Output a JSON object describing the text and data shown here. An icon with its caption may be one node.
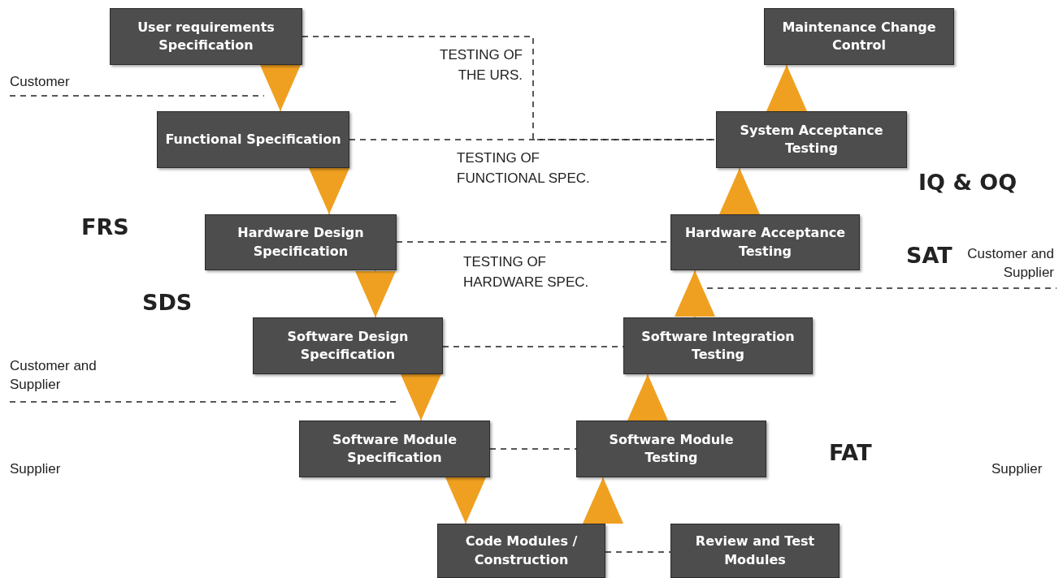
{
  "diagram": {
    "nodes": [
      {
        "text": [
          "User requirements Specification"
        ]
      },
      {
        "text": [
          "Functional Specification"
        ]
      },
      {
        "text": [
          "Hardware Design Specification"
        ]
      },
      {
        "text": [
          "Software Design Specification"
        ]
      },
      {
        "text": [
          "Software Module Specification"
        ]
      },
      {
        "text": [
          "Code Modules / Construction"
        ]
      },
      {
        "text": [
          "Review and Test Modules"
        ]
      },
      {
        "text": [
          "Software Module Testing"
        ]
      },
      {
        "text": [
          "Software Integration Testing"
        ]
      },
      {
        "text": [
          "Hardware Acceptance Testing"
        ]
      },
      {
        "text": [
          "System Acceptance Testing"
        ]
      },
      {
        "text": [
          "Maintenance Change Control"
        ]
      }
    ],
    "edges": [
      {
        "from": 0,
        "to": 1,
        "arrow": "to"
      },
      {
        "from": 1,
        "to": 2,
        "arrow": "to"
      },
      {
        "from": 2,
        "to": 3,
        "arrow": "to"
      },
      {
        "from": 3,
        "to": 4,
        "arrow": "to"
      },
      {
        "from": 4,
        "to": 5,
        "arrow": "to"
      },
      {
        "from": 5,
        "to": 7,
        "arrow": "to"
      },
      {
        "from": 7,
        "to": 8,
        "arrow": "to"
      },
      {
        "from": 8,
        "to": 9,
        "arrow": "to"
      },
      {
        "from": 9,
        "to": 10,
        "arrow": "to"
      },
      {
        "from": 10,
        "to": 11,
        "arrow": "to"
      },
      {
        "from": 0,
        "to": 10,
        "arrow": "none",
        "style": "dashed",
        "color": "#222222",
        "label": "TESTING OF THE URS."
      },
      {
        "from": 1,
        "to": 10,
        "arrow": "none",
        "style": "dashed",
        "color": "#222222",
        "label": "TESTING OF FUNCTIONAL SPEC."
      },
      {
        "from": 2,
        "to": 9,
        "arrow": "none",
        "style": "dashed",
        "color": "#222222",
        "label": "TESTING OF HARDWARE SPEC."
      },
      {
        "from": 3,
        "to": 8,
        "arrow": "none",
        "style": "dashed",
        "color": "#222222"
      },
      {
        "from": 4,
        "to": 7,
        "arrow": "none",
        "style": "dashed",
        "color": "#222222"
      },
      {
        "from": 5,
        "to": 6,
        "arrow": "none",
        "style": "dashed",
        "color": "#222222"
      }
    ],
    "labels": [
      "Customer",
      "IQ & OQ",
      "FRS",
      "SAT",
      "Customer and Supplier",
      "SDS",
      "Customer and Supplier",
      "FAT",
      "Supplier",
      "Supplier"
    ]
  }
}
